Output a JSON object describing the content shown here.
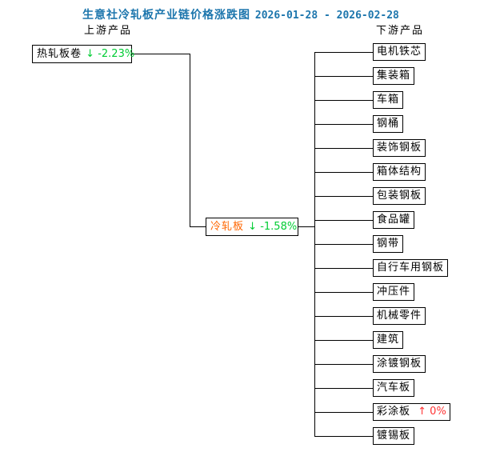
{
  "title": {
    "text": "生意社冷轧板产业链价格涨跌图",
    "date_range": "2026-01-28 - 2026-02-28"
  },
  "labels": {
    "upstream": "上游产品",
    "downstream": "下游产品"
  },
  "upstream_node": {
    "label": "热轧板卷",
    "arrow": "↓",
    "change": "-2.23%",
    "direction": "down"
  },
  "center_node": {
    "label": "冷轧板",
    "arrow": "↓",
    "change": "-1.58%",
    "direction": "down"
  },
  "downstream_nodes": [
    {
      "label": "电机铁芯"
    },
    {
      "label": "集装箱"
    },
    {
      "label": "车箱"
    },
    {
      "label": "钢桶"
    },
    {
      "label": "装饰钢板"
    },
    {
      "label": "箱体结构"
    },
    {
      "label": "包装钢板"
    },
    {
      "label": "食品罐"
    },
    {
      "label": "钢带"
    },
    {
      "label": "自行车用钢板"
    },
    {
      "label": "冲压件"
    },
    {
      "label": "机械零件"
    },
    {
      "label": "建筑"
    },
    {
      "label": "涂镀钢板"
    },
    {
      "label": "汽车板"
    },
    {
      "label": "彩涂板",
      "arrow": "↑",
      "change": "0%",
      "direction": "up"
    },
    {
      "label": "镀锡板"
    }
  ],
  "colors": {
    "title": "#1d76ad",
    "decrease": "#00cc33",
    "increase": "#ff3333",
    "center_label": "#ff6600",
    "node_border": "#000000",
    "background": "#ffffff"
  }
}
